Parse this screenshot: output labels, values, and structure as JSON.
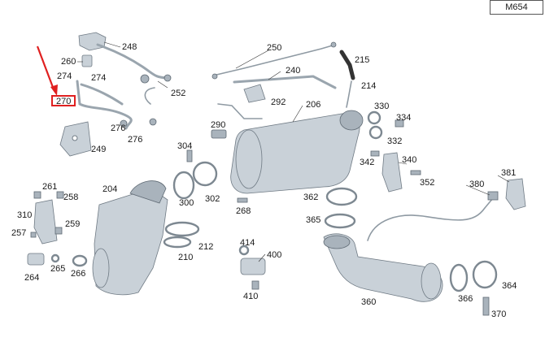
{
  "model_code": "M654",
  "labels": {
    "p248": "248",
    "p260": "260",
    "p274a": "274",
    "p274b": "274",
    "p270": "270",
    "p252": "252",
    "p276a": "276",
    "p276b": "276",
    "p249": "249",
    "p250": "250",
    "p215": "215",
    "p240": "240",
    "p214": "214",
    "p292": "292",
    "p206": "206",
    "p330": "330",
    "p334": "334",
    "p290": "290",
    "p332": "332",
    "p304": "304",
    "p340": "340",
    "p342": "342",
    "p352": "352",
    "p261": "261",
    "p258": "258",
    "p204": "204",
    "p300": "300",
    "p302": "302",
    "p268": "268",
    "p362": "362",
    "p380": "380",
    "p381": "381",
    "p310": "310",
    "p259": "259",
    "p257": "257",
    "p365": "365",
    "p212": "212",
    "p414": "414",
    "p400": "400",
    "p210": "210",
    "p264": "264",
    "p265": "265",
    "p266": "266",
    "p410": "410",
    "p360": "360",
    "p364": "364",
    "p366": "366",
    "p370": "370"
  },
  "colors": {
    "callout": "#e02020",
    "part": "#c9d1d8",
    "part_stroke": "#6f7a84"
  }
}
